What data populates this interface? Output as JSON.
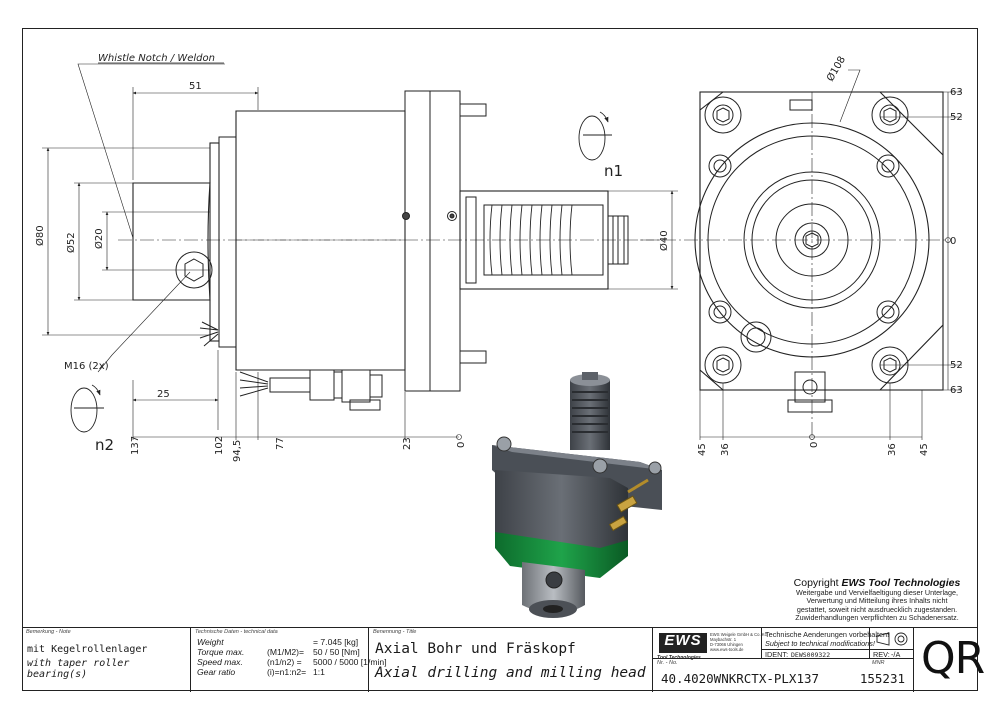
{
  "drawing": {
    "callouts": {
      "whistle_notch": "Whistle Notch / Weldon",
      "thread": "M16 (2x)",
      "rotation_n1": "n1",
      "rotation_n2": "n2"
    },
    "side_view_dims": {
      "length_51": "51",
      "length_25": "25",
      "dia_80": "Ø80",
      "dia_52": "Ø52",
      "dia_20": "Ø20",
      "dia_40": "Ø40",
      "base_137": "137",
      "base_102": "102",
      "base_94_5": "94,5",
      "base_77": "77",
      "base_23": "23",
      "base_0": "0"
    },
    "front_view_dims": {
      "dia_108": "Ø108",
      "r_63_top": "63",
      "r_52_top": "52",
      "r_0": "0",
      "r_52_bot": "52",
      "r_63_bot": "63",
      "b_45_left": "45",
      "b_36_left": "36",
      "b_0": "0",
      "b_36_right": "36",
      "b_45_right": "45"
    }
  },
  "copyright": {
    "title_prefix": "Copyright ",
    "brand": "EWS Tool Technologies",
    "lines": [
      "Weitergabe und Vervielfaeltigung dieser Unterlage,",
      "Verwertung und Mitteilung ihres Inhalts nicht",
      "gestattet, soweit nicht ausdruecklich zugestanden.",
      "Zuwiderhandlungen verpflichten zu Schadenersatz."
    ]
  },
  "title_block": {
    "remark_caption": "Bemerkung - Note",
    "remark_de": "mit Kegelrollenlager",
    "remark_en": "with taper roller bearing(s)",
    "tech_caption": "Technische Daten - technical data",
    "tech_rows": [
      {
        "label": "Weight",
        "param": "",
        "value": "= 7.045 [kg]"
      },
      {
        "label": "Torque max.",
        "param": "(M1/M2)=",
        "value": "50 / 50 [Nm]"
      },
      {
        "label": "Speed max.",
        "param": "(n1/n2) =",
        "value": "5000 / 5000 [1/min]"
      },
      {
        "label": "Gear ratio",
        "param": "(i)=n1:n2=",
        "value": "1:1"
      }
    ],
    "title_caption": "Benennung - Title",
    "title_de": "Axial Bohr und Fräskopf",
    "title_en": "Axial drilling and milling head",
    "logo": "EWS",
    "logo_sub": "Tool Technologies",
    "address": [
      "EWS Weigele GmbH & Co. KG",
      "Maybachstr. 1",
      "D-73066 Uhingen",
      "www.ews-tools.de"
    ],
    "change_note_de": "Technische Aenderungen vorbehalten!",
    "change_note_en": "Subject to technical modifications!",
    "ident_label": "IDENT:",
    "ident_value": "DEWS009322",
    "rev_label": "REV:",
    "rev_value": "-/A",
    "nr_caption": "Nr. - No.",
    "part_number": "40.4020WNKRCTX-PLX137",
    "mnr_caption": "MNR",
    "mnr_value": "155231",
    "qr_label": "QR"
  }
}
